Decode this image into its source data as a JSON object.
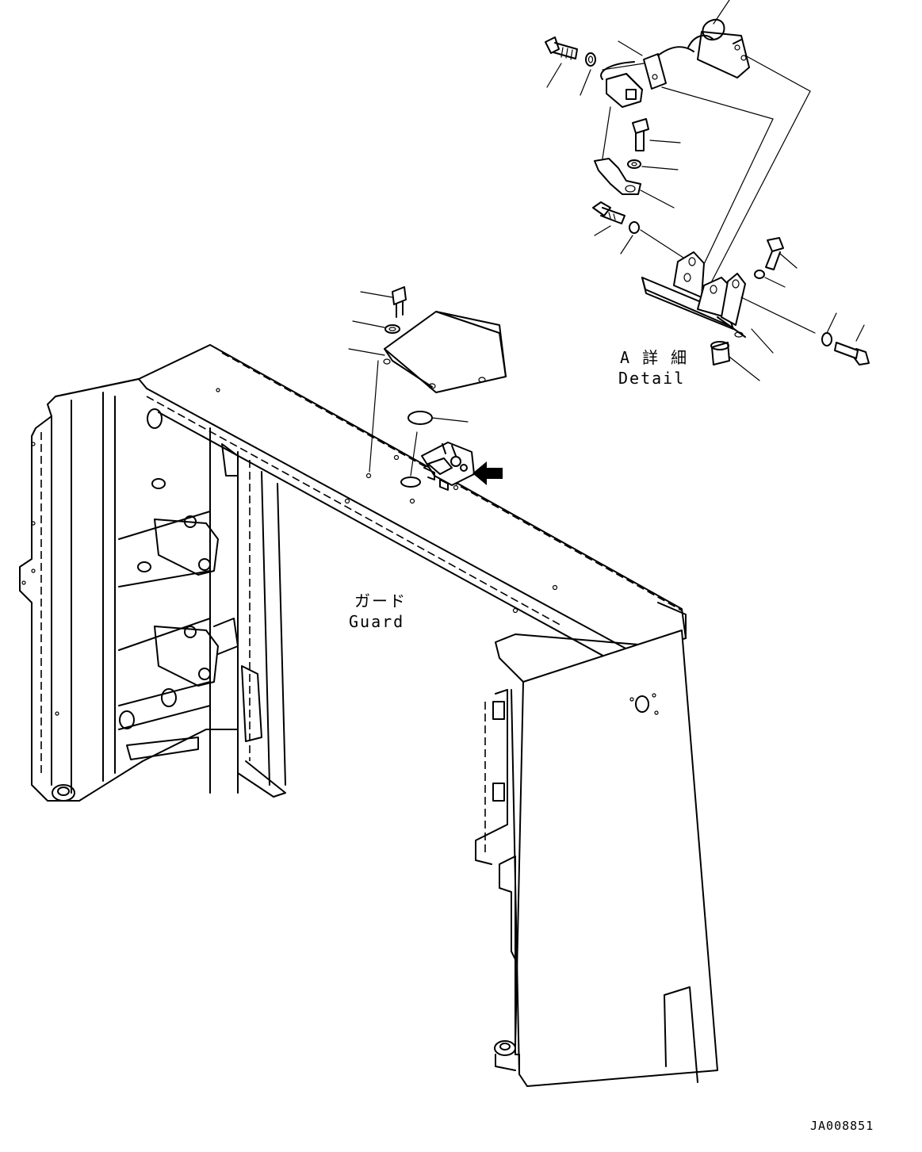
{
  "detail_label": {
    "jp": "A 詳 細",
    "en": "Detail"
  },
  "guard_label": {
    "jp": "ガード",
    "en": "Guard"
  },
  "drawing_code": "JA008851"
}
